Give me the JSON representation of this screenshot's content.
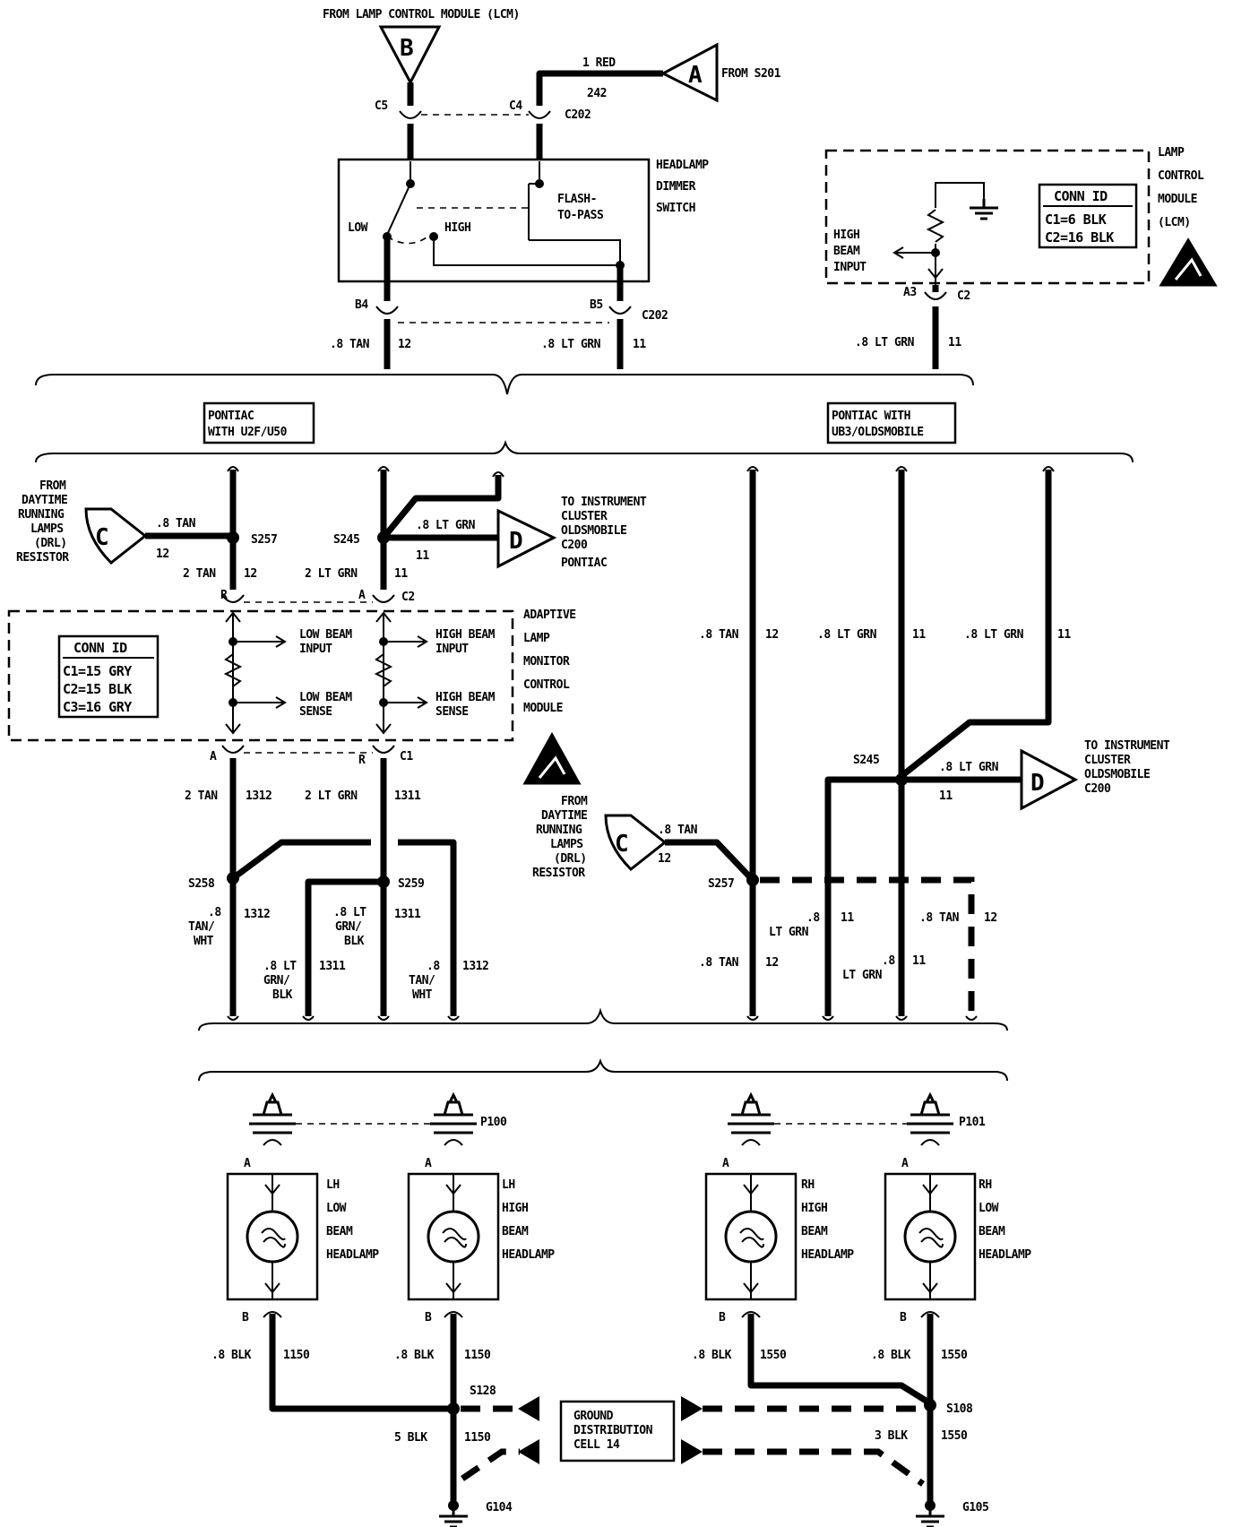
{
  "top": {
    "from_lcm": "FROM LAMP CONTROL MODULE (LCM)",
    "conn_b": "B",
    "conn_a": "A",
    "from_s201": "FROM S201",
    "red_wire": "1 RED",
    "red_circuit": "242",
    "c5": "C5",
    "c4": "C4",
    "c202": "C202",
    "switch_name": [
      "HEADLAMP",
      "DIMMER",
      "SWITCH"
    ],
    "flash": [
      "FLASH-",
      "TO-PASS"
    ],
    "low": "LOW",
    "high": "HIGH",
    "b4": "B4",
    "b5": "B5",
    "c202b": "C202",
    "tan_wire": ".8 TAN",
    "tan_circuit": "12",
    "ltgrn_wire": ".8 LT GRN",
    "ltgrn_circuit": "11"
  },
  "lcm": {
    "name": [
      "LAMP",
      "CONTROL",
      "MODULE",
      "(LCM)"
    ],
    "conn_id_title": "CONN ID",
    "conn_id_lines": [
      "C1=6 BLK",
      "C2=16 BLK"
    ],
    "high_beam_input": [
      "HIGH",
      "BEAM",
      "INPUT"
    ],
    "a3": "A3",
    "c2": "C2",
    "wire": ".8 LT GRN",
    "circuit": "11"
  },
  "variants": {
    "left": [
      "PONTIAC",
      "WITH U2F/U50"
    ],
    "right": [
      "PONTIAC WITH",
      "UB3/OLDSMOBILE"
    ]
  },
  "mid_left": {
    "from_drl": [
      "FROM",
      "DAYTIME",
      "RUNNING",
      "LAMPS",
      "(DRL)",
      "RESISTOR"
    ],
    "conn_c": "C",
    "tan_wire": ".8 TAN",
    "tan_circuit": "12",
    "s257": "S257",
    "s245": "S245",
    "ltgrn_wire": ".8 LT GRN",
    "ltgrn_circuit": "11",
    "conn_d": "D",
    "to_cluster": [
      "TO INSTRUMENT",
      "CLUSTER",
      "OLDSMOBILE",
      "C200",
      "PONTIAC"
    ],
    "tan2": "2 TAN",
    "tan2_circuit": "12",
    "ltgrn2": "2 LT GRN",
    "ltgrn2_circuit": "11",
    "r": "R",
    "a": "A",
    "c2": "C2",
    "module_name": [
      "ADAPTIVE",
      "LAMP",
      "MONITOR",
      "CONTROL",
      "MODULE"
    ],
    "conn_id_title": "CONN ID",
    "conn_id_lines": [
      "C1=15 GRY",
      "C2=15 BLK",
      "C3=16 GRY"
    ],
    "low_beam_input": [
      "LOW BEAM",
      "INPUT"
    ],
    "high_beam_input": [
      "HIGH BEAM",
      "INPUT"
    ],
    "low_beam_sense": [
      "LOW BEAM",
      "SENSE"
    ],
    "high_beam_sense": [
      "HIGH BEAM",
      "SENSE"
    ],
    "a2": "A",
    "r2": "R",
    "c1": "C1",
    "tan_out": "2 TAN",
    "tan_out_circuit": "1312",
    "ltgrn_out": "2 LT GRN",
    "ltgrn_out_circuit": "1311",
    "s258": "S258",
    "s259": "S259",
    "w1": [
      ".8",
      "TAN/",
      "WHT"
    ],
    "w1_circuit": "1312",
    "w2": [
      ".8 LT",
      "GRN/",
      "BLK"
    ],
    "w2_circuit": "1311",
    "w3": [
      ".8 LT",
      "GRN/",
      "BLK"
    ],
    "w3_circuit": "1311",
    "w4": [
      ".8",
      "TAN/",
      "WHT"
    ],
    "w4_circuit": "1312"
  },
  "mid_right": {
    "tan_wire": ".8 TAN",
    "tan_circuit": "12",
    "ltgrn_wire": ".8 LT GRN",
    "ltgrn_circuit": "11",
    "ltgrn_wire2": ".8 LT GRN",
    "ltgrn_circuit2": "11",
    "s245": "S245",
    "ltgrn_to_d": ".8 LT GRN",
    "ltgrn_to_d_circuit": "11",
    "conn_d": "D",
    "to_cluster": [
      "TO INSTRUMENT",
      "CLUSTER",
      "OLDSMOBILE",
      "C200"
    ],
    "from_drl": [
      "FROM",
      "DAYTIME",
      "RUNNING",
      "LAMPS",
      "(DRL)",
      "RESISTOR"
    ],
    "conn_c": "C",
    "drl_wire": ".8 TAN",
    "drl_circuit": "12",
    "s257": "S257",
    "ltgrn_a": [
      ".8",
      "LT GRN"
    ],
    "ltgrn_a_circuit": "11",
    "tan_a": ".8 TAN",
    "tan_a_circuit": "12",
    "tan_b": ".8 TAN",
    "tan_b_circuit": "12",
    "ltgrn_b": [
      ".8",
      "LT GRN"
    ],
    "ltgrn_b_circuit": "11"
  },
  "bottom": {
    "p100": "P100",
    "p101": "P101",
    "pin_a": "A",
    "pin_b": "B",
    "lh_low": [
      "LH",
      "LOW",
      "BEAM",
      "HEADLAMP"
    ],
    "lh_high": [
      "LH",
      "HIGH",
      "BEAM",
      "HEADLAMP"
    ],
    "rh_high": [
      "RH",
      "HIGH",
      "BEAM",
      "HEADLAMP"
    ],
    "rh_low": [
      "RH",
      "LOW",
      "BEAM",
      "HEADLAMP"
    ],
    "blk": ".8 BLK",
    "lh_circuit": "1150",
    "rh_circuit": "1550",
    "s128": "S128",
    "s108": "S108",
    "ground_cell": [
      "GROUND",
      "DISTRIBUTION",
      "CELL 14"
    ],
    "blk5": "5 BLK",
    "blk5_circuit": "1150",
    "blk3": "3 BLK",
    "blk3_circuit": "1550",
    "g104": "G104",
    "g105": "G105"
  }
}
